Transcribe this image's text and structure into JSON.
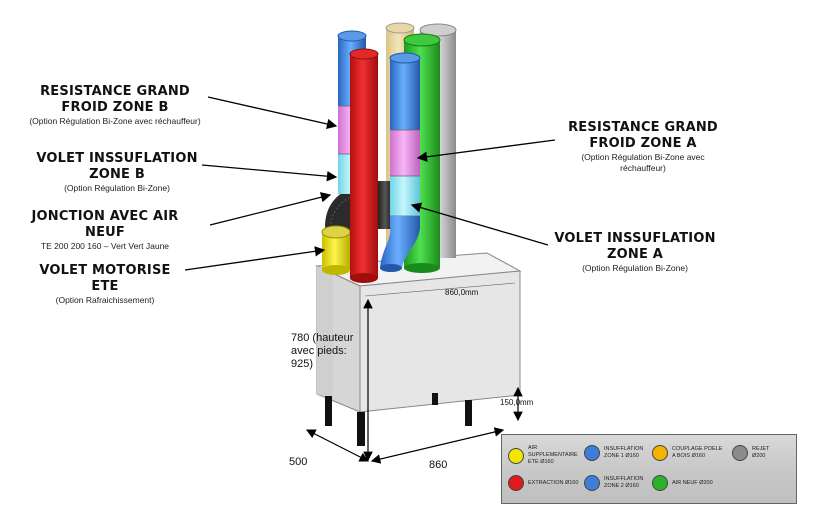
{
  "labels": {
    "resistance_b": {
      "title_1": "RESISTANCE GRAND",
      "title_2": "FROID ZONE B",
      "sub": "(Option Régulation Bi-Zone avec réchauffeur)"
    },
    "volet_b": {
      "title_1": "VOLET INSSUFLATION",
      "title_2": "ZONE B",
      "sub": "(Option Régulation Bi-Zone)"
    },
    "jonction": {
      "title_1": "JONCTION AVEC AIR",
      "title_2": "NEUF",
      "sub": "TE 200 200 160 – Vert Vert Jaune"
    },
    "volet_moto": {
      "title_1": "VOLET MOTORISE",
      "title_2": "ETE",
      "sub": "(Option Rafraichissement)"
    },
    "resistance_a": {
      "title_1": "RESISTANCE GRAND",
      "title_2": "FROID ZONE A",
      "sub_1": "(Option Régulation Bi-Zone avec",
      "sub_2": "réchauffeur)"
    },
    "volet_a": {
      "title_1": "VOLET INSSUFLATION",
      "title_2": "ZONE A",
      "sub": "(Option Régulation Bi-Zone)"
    }
  },
  "dimensions": {
    "top_width": "860,0mm",
    "height_1": "780 (hauteur",
    "height_2": "avec pieds:",
    "height_3": "925)",
    "feet": "150,0mm",
    "depth": "500",
    "width": "860"
  },
  "legend": [
    {
      "line_1": "AIR",
      "line_2": "SUPPLEMENTAIRE",
      "line_3": "ETE Ø160",
      "color": "#f2e600"
    },
    {
      "line_1": "INSUFFLATION",
      "line_2": "ZONE 1 Ø160",
      "line_3": "",
      "color": "#3b7fd9"
    },
    {
      "line_1": "COUPLAGE POELE",
      "line_2": "A BOIS Ø160",
      "line_3": "",
      "color": "#f4b400"
    },
    {
      "line_1": "REJET",
      "line_2": "Ø200",
      "line_3": "",
      "color": "#8c8c8c"
    },
    {
      "line_1": "EXTRACTION Ø160",
      "line_2": "",
      "line_3": "",
      "color": "#e01b1b"
    },
    {
      "line_1": "INSUFFLATION",
      "line_2": "ZONE 2 Ø160",
      "line_3": "",
      "color": "#3b7fd9"
    },
    {
      "line_1": "AIR NEUF Ø200",
      "line_2": "",
      "line_3": "",
      "color": "#2bb22b"
    }
  ]
}
